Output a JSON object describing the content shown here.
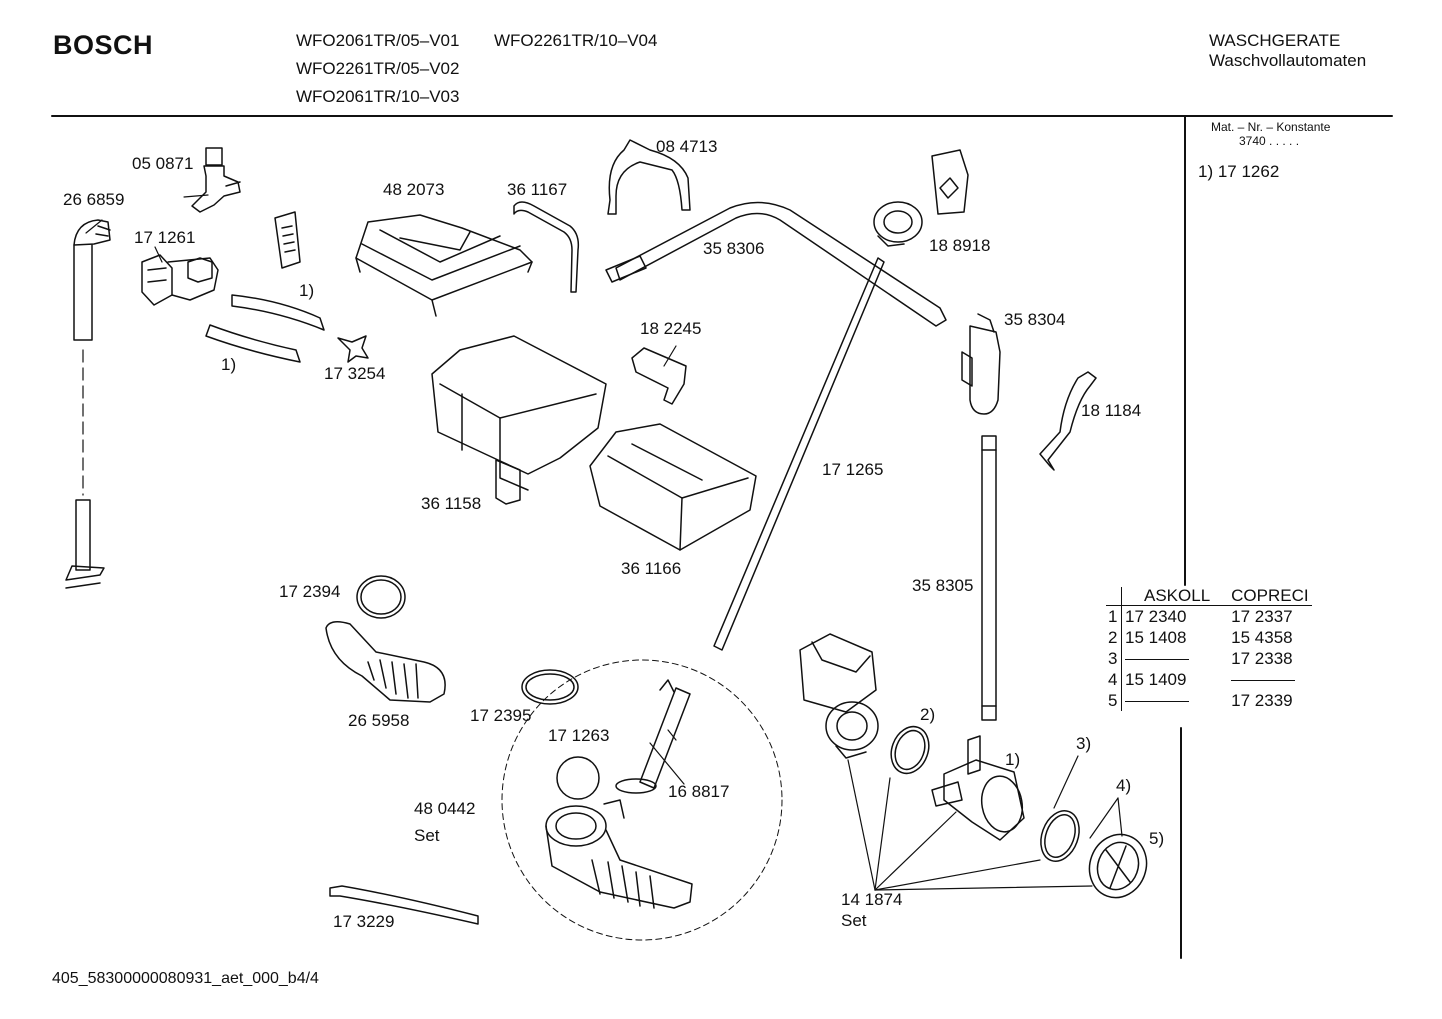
{
  "header": {
    "brand": "BOSCH",
    "models": [
      "WFO2061TR/05–V01",
      "WFO2261TR/10–V04",
      "WFO2261TR/05–V02",
      "WFO2061TR/10–V03"
    ],
    "category": "WASCHGERATE",
    "subcategory": "Waschvollautomaten"
  },
  "sidebar": {
    "mat_label": "Mat. – Nr. – Konstante",
    "mat_value": "3740  .  .  .  .  .",
    "note": "1)  17 1262"
  },
  "ref_table": {
    "headers": [
      "ASKOLL",
      "COPRECI"
    ],
    "rows": [
      {
        "idx": "1",
        "askoll": "17 2340",
        "copreci": "17 2337"
      },
      {
        "idx": "2",
        "askoll": "15 1408",
        "copreci": "15 4358"
      },
      {
        "idx": "3",
        "askoll": "",
        "copreci": "17 2338"
      },
      {
        "idx": "4",
        "askoll": "15 1409",
        "copreci": ""
      },
      {
        "idx": "5",
        "askoll": "",
        "copreci": "17 2339"
      }
    ]
  },
  "parts": {
    "p050871": "05 0871",
    "p266859": "26 6859",
    "p171261": "17 1261",
    "note1a": "1)",
    "note1b": "1)",
    "p173254": "17 3254",
    "p482073": "48 2073",
    "p361167": "36 1167",
    "p084713": "08 4713",
    "p358306": "35 8306",
    "p188918": "18 8918",
    "p358304": "35 8304",
    "p182245": "18 2245",
    "p181184": "18 1184",
    "p171265": "17 1265",
    "p361158": "36 1158",
    "p361166": "36 1166",
    "p358305": "35 8305",
    "p172394": "17 2394",
    "p265958": "26 5958",
    "p172395": "17 2395",
    "p171263": "17 1263",
    "p168817": "16 8817",
    "p480442": "48 0442",
    "set1": "Set",
    "p173229": "17 3229",
    "note2": "2)",
    "note1c": "1)",
    "note3": "3)",
    "note4": "4)",
    "note5": "5)",
    "p141874": "14 1874",
    "set2": "Set"
  },
  "footer": {
    "code": "405_58300000080931_aet_000_b4/4"
  }
}
